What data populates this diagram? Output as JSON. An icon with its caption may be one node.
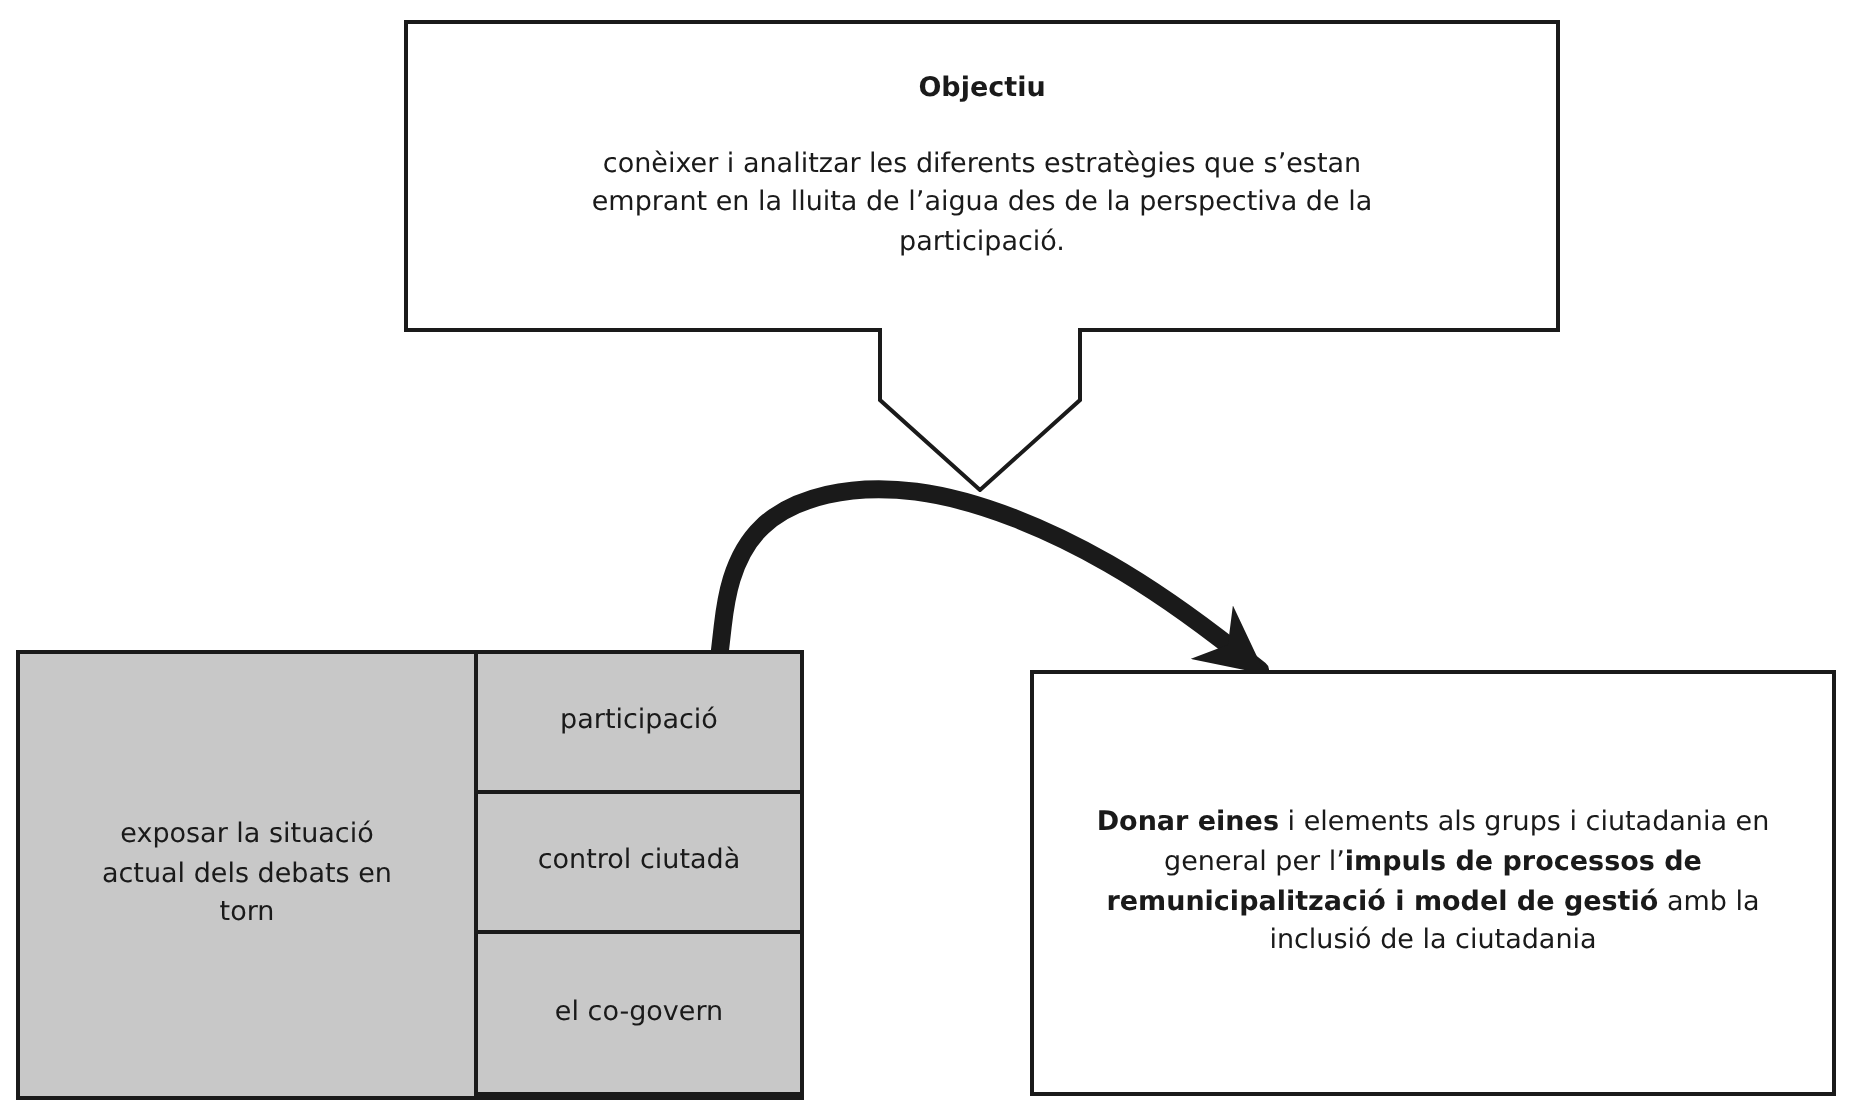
{
  "diagram": {
    "nodes": [
      {
        "text": [
          "Objectiu",
          "conèixer i analitzar les diferents estratègies que s’estan emprant en la lluita de l’aigua des de la perspectiva de la participació."
        ]
      },
      {
        "text": [
          "exposar la situació actual dels debats en torn"
        ]
      },
      {
        "text": [
          "participació"
        ],
        "in": 1
      },
      {
        "text": [
          "control ciutadà"
        ],
        "in": 1
      },
      {
        "text": [
          "el co-govern"
        ],
        "in": 1
      },
      {
        "text": [
          "**Donar eines** i elements als grups i ciutadania en general per l’**impuls de processos de remunicipalització i model de gestió** amb la inclusió de la ciutadania"
        ]
      }
    ],
    "edges": [
      {
        "from": 1,
        "to": 5,
        "arrow": "to"
      }
    ]
  }
}
